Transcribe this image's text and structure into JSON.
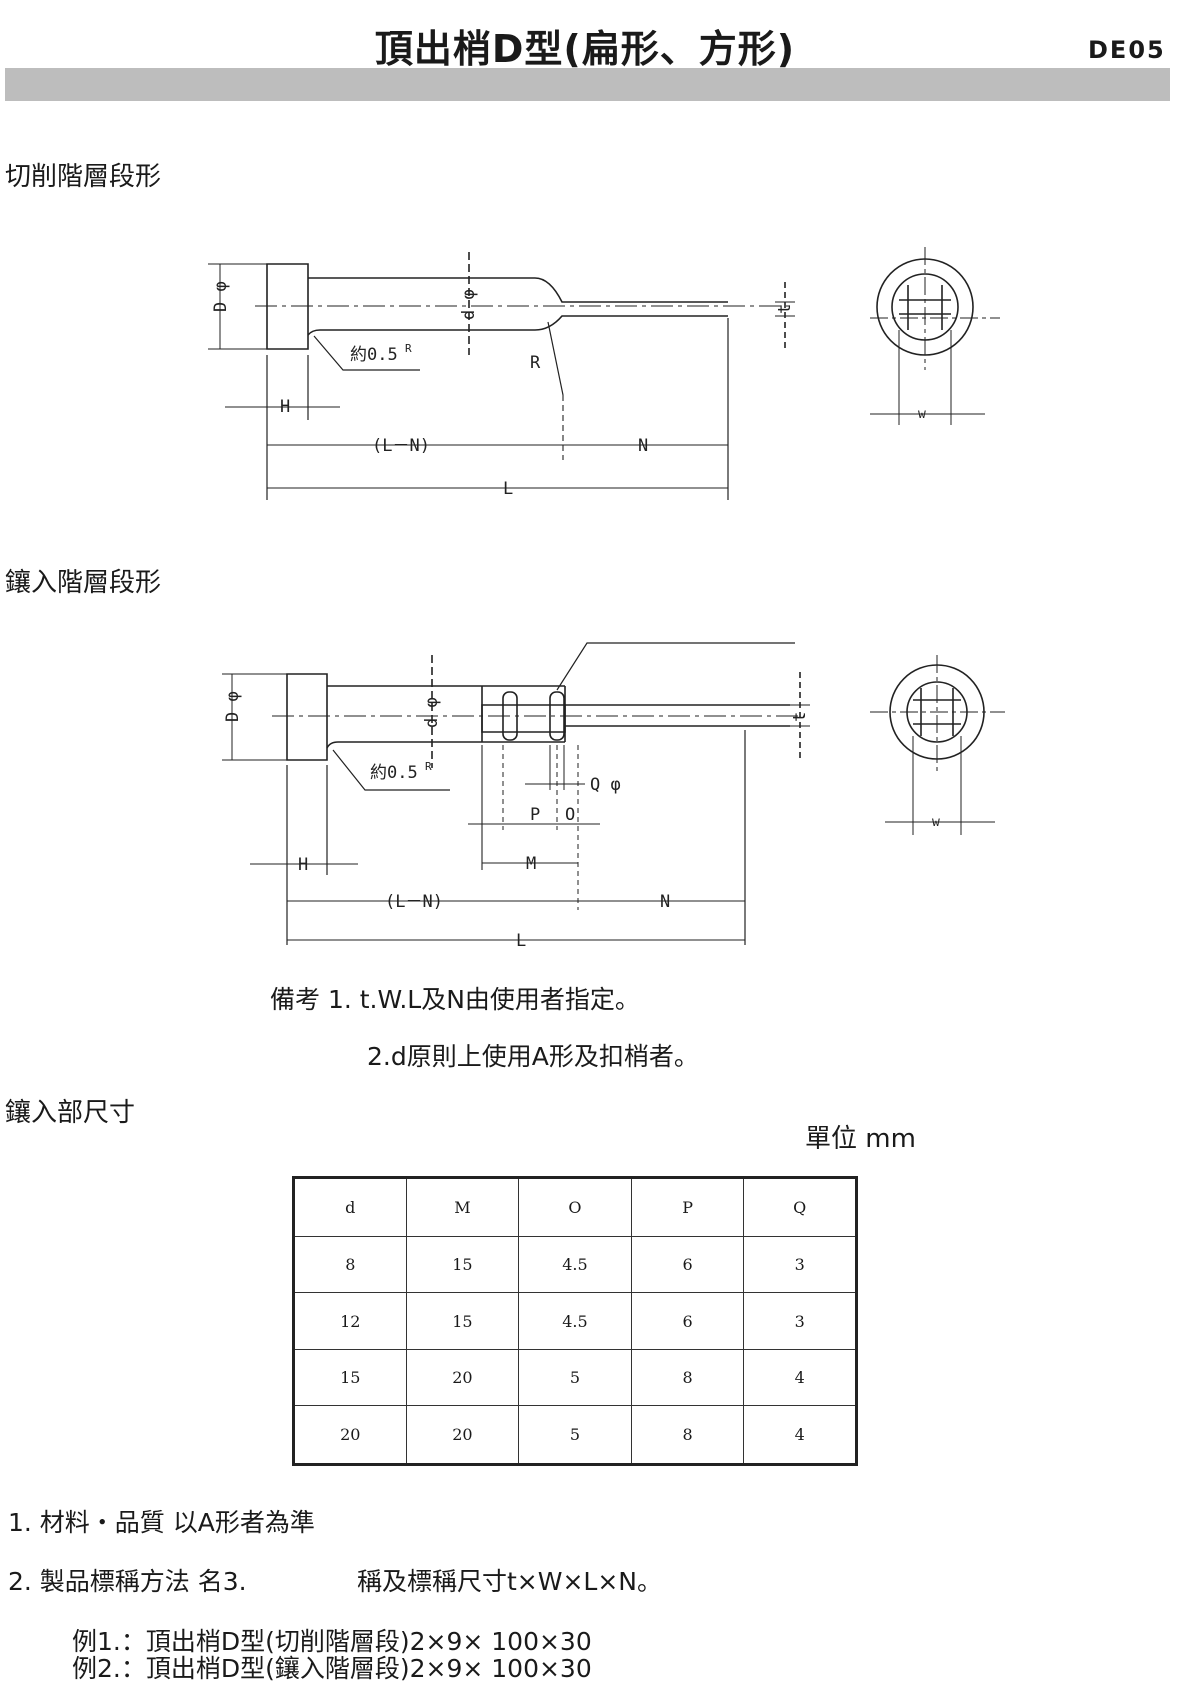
{
  "header": {
    "title": "頂出梢D型(扁形、方形)",
    "code": "DE05"
  },
  "sections": {
    "cut": "切削階層段形",
    "insert": "鑲入階層段形",
    "insert_dims": "鑲入部尺寸"
  },
  "figure1": {
    "d_phi_big": "D φ",
    "d_phi_small": "d φ",
    "fillet": "約0.5",
    "fillet_r": "R",
    "r": "R",
    "h": "H",
    "l_minus_n": "(L－N)",
    "n": "N",
    "l": "L",
    "t": "t",
    "w": "w"
  },
  "figure2": {
    "d_phi_big": "D φ",
    "d_phi_small": "d φ",
    "fillet": "約0.5",
    "fillet_r": "R",
    "q_phi": "Q φ",
    "p": "P",
    "o": "O",
    "m": "M",
    "h": "H",
    "l_minus_n": "(L－N)",
    "n": "N",
    "l": "L",
    "t": "t",
    "w": "w"
  },
  "remarks": {
    "line1": "備考  1. t.W.L及N由使用者指定。",
    "line2": "2.d原則上使用A形及扣梢者。"
  },
  "unit": "單位 mm",
  "table": {
    "headers": [
      "d",
      "M",
      "O",
      "P",
      "Q"
    ],
    "rows": [
      [
        "8",
        "15",
        "4.5",
        "6",
        "3"
      ],
      [
        "12",
        "15",
        "4.5",
        "6",
        "3"
      ],
      [
        "15",
        "20",
        "5",
        "8",
        "4"
      ],
      [
        "20",
        "20",
        "5",
        "8",
        "4"
      ]
    ]
  },
  "notes": {
    "item1": "1.   材料・品質 以A形者為準",
    "item2_a": "2.   製品標稱方法 名3.",
    "item2_b": "稱及標稱尺寸t×W×L×N。",
    "example1": "例1.：頂出梢D型(切削階層段)2×9× 100×30",
    "example2": "例2.：頂出梢D型(鑲入階層段)2×9× 100×30"
  }
}
